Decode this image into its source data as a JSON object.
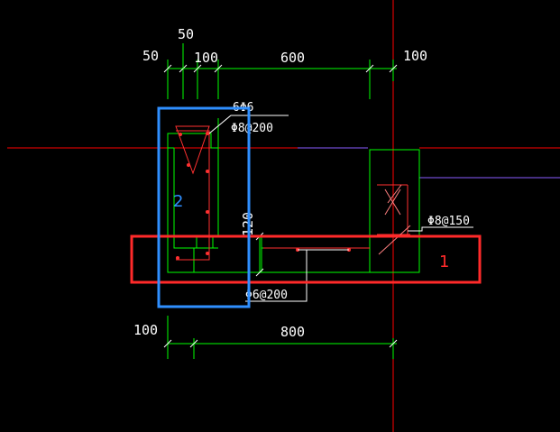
{
  "dimensions": {
    "top_50a": "50",
    "top_50b": "50",
    "top_100a": "100",
    "top_600": "600",
    "top_100b": "100",
    "bottom_100": "100",
    "bottom_800": "800",
    "vertical_120": "120"
  },
  "rebar_notes": {
    "top_bars": "6Φ6",
    "vertical_bars": "Φ8@200",
    "column_ties": "Φ8@150",
    "slab_bars": "Φ6@200"
  },
  "callouts": {
    "box_1_label": "1",
    "box_2_label": "2"
  },
  "colors": {
    "background": "#000000",
    "dimension_lines": "#00ff00",
    "axis_lines": "#ff0000",
    "rebar": "#ff3030",
    "callout_1": "#ff2a2a",
    "callout_2": "#2f8fff",
    "leader_lines": "#ffffff",
    "purple_line": "#8a5cff"
  }
}
